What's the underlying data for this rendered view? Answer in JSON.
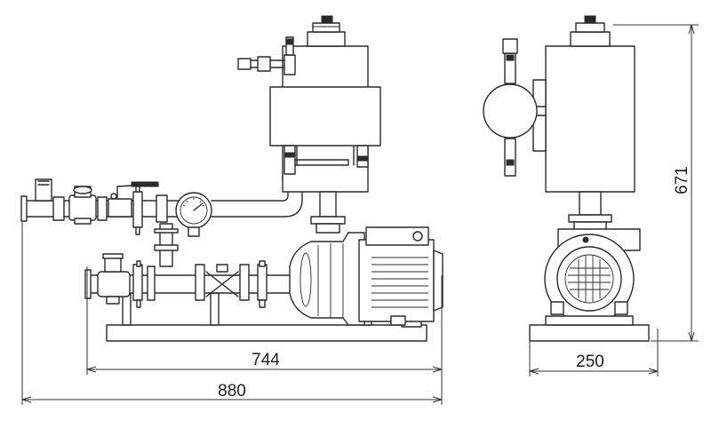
{
  "dimensions": {
    "total_length": "880",
    "base_length": "744",
    "width": "250",
    "height": "671"
  }
}
